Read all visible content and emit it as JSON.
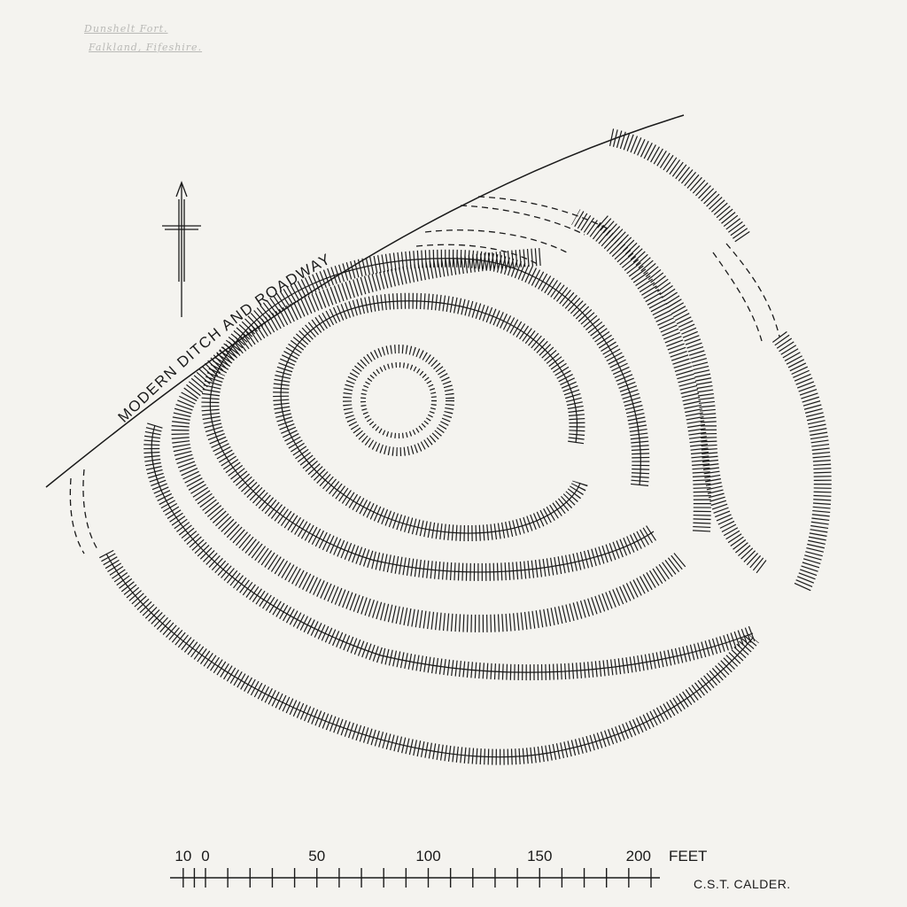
{
  "pencil_note": {
    "line1": "Dunshelt Fort.",
    "line2": "Falkland, Fifeshire."
  },
  "road_label": "MODERN DITCH AND ROADWAY",
  "scale": {
    "unit": "FEET",
    "labels": [
      "10",
      "0",
      "50",
      "100",
      "150",
      "200"
    ],
    "label_values": [
      -10,
      0,
      50,
      100,
      150,
      200
    ],
    "min": -10,
    "max": 200,
    "major_step": 10,
    "minor_left": [
      -10,
      -5,
      0
    ]
  },
  "author": "C.S.T. CALDER.",
  "north_arrow": "north-arrow-icon",
  "ink_color": "#1a1a1a"
}
